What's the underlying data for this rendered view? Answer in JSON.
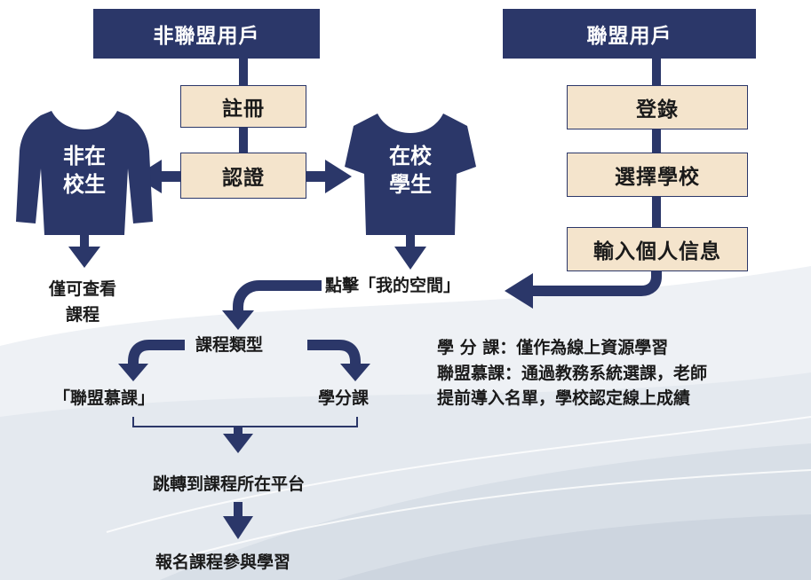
{
  "headers": {
    "non_member": "非聯盟用戶",
    "member": "聯盟用戶"
  },
  "non_member_steps": [
    "註冊",
    "認證"
  ],
  "member_steps": [
    "登錄",
    "選擇學校",
    "輸入個人信息"
  ],
  "shirts": {
    "non_student": [
      "非在",
      "校生"
    ],
    "student": [
      "在校",
      "學生"
    ]
  },
  "labels": {
    "view_only": [
      "僅可查看",
      "課程"
    ],
    "click_my_space": "點擊「我的空間」",
    "course_type": "課程類型",
    "alliance_course": "「聯盟慕課」",
    "credit_course": "學分課",
    "redirect": "跳轉到課程所在平台",
    "enroll": "報名課程參與學習"
  },
  "notes": [
    "學 分 課：僅作為線上資源學習",
    "聯盟慕課：通過教務系統選課，老師",
    "提前導入名單，學校認定線上成績"
  ],
  "colors": {
    "navy": "#2b3769",
    "beige": "#f4e4cc",
    "background_swoosh": "#e6eaef"
  }
}
